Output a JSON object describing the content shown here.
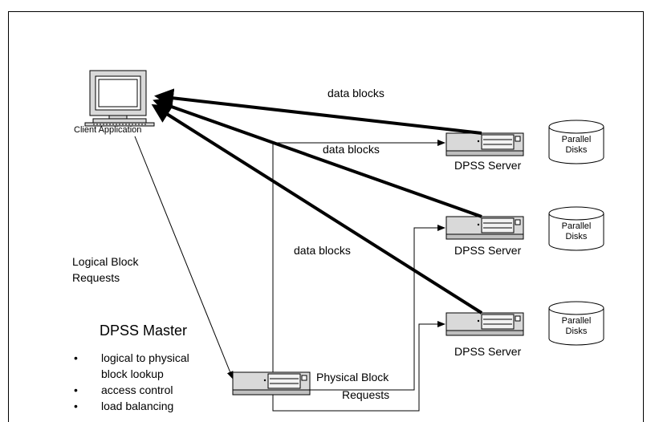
{
  "client": {
    "label": "Client Application"
  },
  "flows": {
    "data_blocks_1": "data blocks",
    "data_blocks_2": "data blocks",
    "data_blocks_3": "data blocks",
    "logical_requests_line1": "Logical Block",
    "logical_requests_line2": "Requests",
    "physical_requests_line1": "Physical  Block",
    "physical_requests_line2": "Requests"
  },
  "servers": [
    {
      "label": "DPSS Server",
      "disk_line1": "Parallel",
      "disk_line2": "Disks"
    },
    {
      "label": "DPSS Server",
      "disk_line1": "Parallel",
      "disk_line2": "Disks"
    },
    {
      "label": "DPSS Server",
      "disk_line1": "Parallel",
      "disk_line2": "Disks"
    }
  ],
  "master": {
    "title": "DPSS Master",
    "functions": [
      {
        "line1": "logical to physical",
        "line2": "block lookup"
      },
      {
        "line1": "access control",
        "line2": ""
      },
      {
        "line1": "load balancing",
        "line2": ""
      }
    ]
  }
}
